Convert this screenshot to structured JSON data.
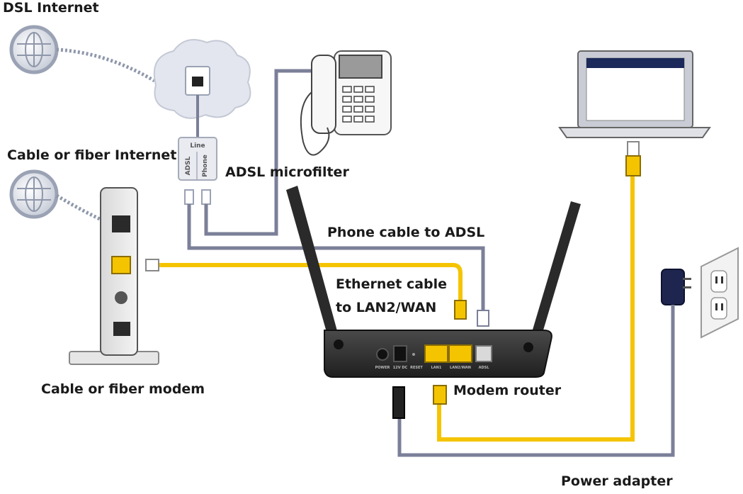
{
  "labels": {
    "dsl_internet": "DSL Internet",
    "cable_fiber_internet": "Cable or fiber Internet",
    "adsl_microfilter": "ADSL microfilter",
    "phone_cable": "Phone cable to ADSL",
    "ethernet_cable_line1": "Ethernet cable",
    "ethernet_cable_line2": "to LAN2/WAN",
    "cable_fiber_modem": "Cable or fiber modem",
    "modem_router": "Modem router",
    "power_adapter": "Power adapter"
  },
  "microfilter": {
    "line": "Line",
    "adsl": "ADSL",
    "phone": "Phone"
  },
  "router_ports": {
    "power": "POWER",
    "dc": "12V DC",
    "reset": "RESET",
    "lan1": "LAN1",
    "lan2wan": "LAN2/WAN",
    "adsl": "ADSL"
  },
  "colors": {
    "yellow_cable": "#f5c400",
    "gray_cable": "#7b7f98",
    "router_body": "#2d2d2d",
    "globe": "#9aa2b4"
  },
  "icons": [
    "globe-icon",
    "wall-jack-icon",
    "telephone-icon",
    "laptop-icon",
    "power-outlet-icon",
    "power-plug-icon"
  ]
}
